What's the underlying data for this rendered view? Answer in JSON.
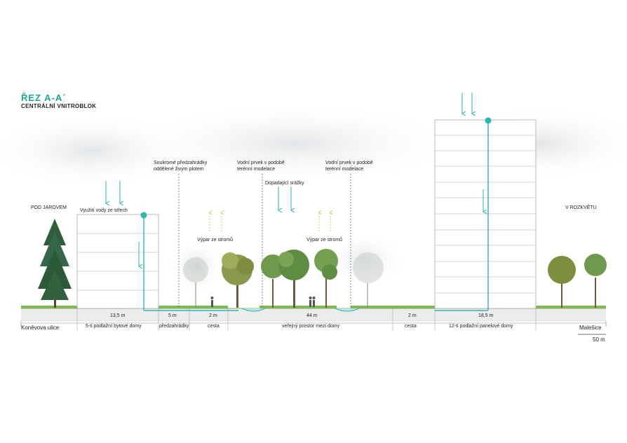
{
  "title": "ŘEZ A-A´",
  "subtitle": "CENTRÁLNÍ VNITROBLOK",
  "side_labels": {
    "left": "POD JAROVEM",
    "right": "V ROZKVĚTU"
  },
  "annotations": {
    "roof_water": "Využití vody ze střech",
    "private_gardens": [
      "Soukromé předzahrádky",
      "oddělené živým plotem"
    ],
    "water_feature_1": [
      "Vodní prvek v podobě",
      "terénní modelace"
    ],
    "rainfall": "Dopadající srážky",
    "water_feature_2": [
      "Vodní prvek v podobě",
      "terénní modelace"
    ],
    "evaporation_1": "Výpar ze stromů",
    "evaporation_2": "Výpar ze stromů"
  },
  "dimensions": {
    "d1": "13,5 m",
    "d2": "5 m",
    "d3": "2 m",
    "d4": "44 m",
    "d5": "2 m",
    "d6": "18,5 m"
  },
  "zones": {
    "z1": "5-ti podlažní bytové domy",
    "z2": "předzahrádky",
    "z3": "cesta",
    "z4": "veřejný prostor mezi domy",
    "z5": "cesta",
    "z6": "12-ti podlažní panelové domy"
  },
  "streets": {
    "left": "Koněvova ulice",
    "right": "Malešice"
  },
  "scale": "50 m",
  "colors": {
    "accent": "#1aa58f",
    "water": "#2bb6b0",
    "ground": "#ececec",
    "grass": "#7fb857"
  }
}
